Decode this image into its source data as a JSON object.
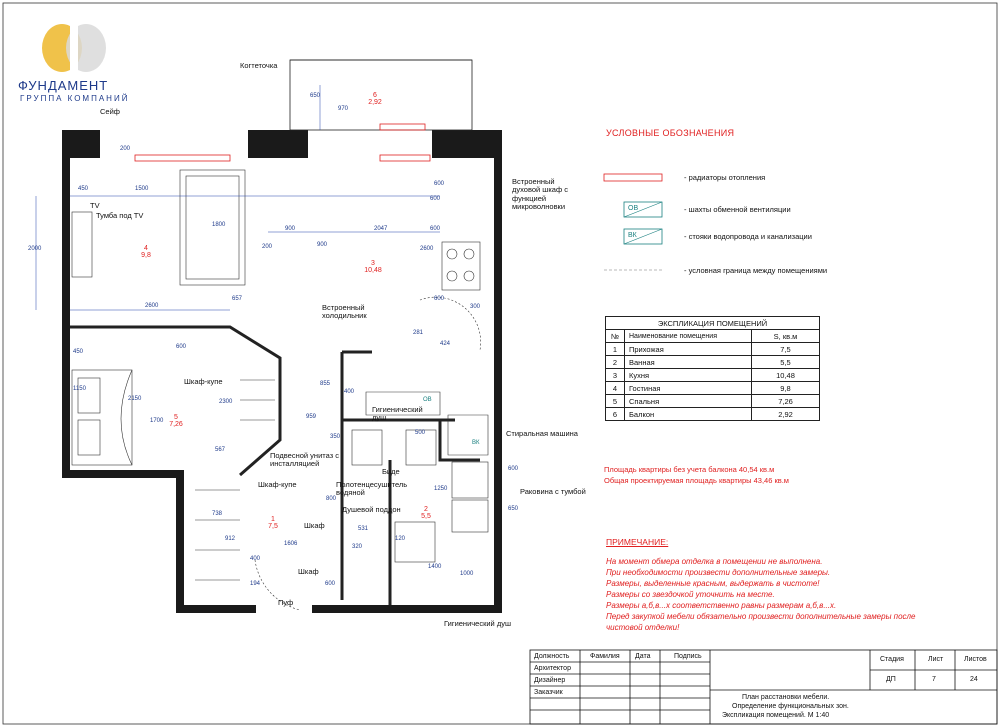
{
  "logo": {
    "name": "ФУНДАМЕНТ",
    "sub": "ГРУППА КОМПАНИЙ"
  },
  "legend": {
    "title": "УСЛОВНЫЕ ОБОЗНАЧЕНИЯ",
    "items": [
      "- радиаторы отопления",
      "- шахты обменной вентиляции",
      "- стояки водопровода и канализации",
      "- условная граница между помещениями"
    ],
    "ov": "ОВ",
    "vk": "ВК"
  },
  "explication": {
    "title": "ЭКСПЛИКАЦИЯ ПОМЕЩЕНИЙ",
    "headers": [
      "№",
      "Наименование помещения",
      "S, кв.м"
    ],
    "rows": [
      [
        "1",
        "Прихожая",
        "7,5"
      ],
      [
        "2",
        "Ванная",
        "5,5"
      ],
      [
        "3",
        "Кухня",
        "10,48"
      ],
      [
        "4",
        "Гостиная",
        "9,8"
      ],
      [
        "5",
        "Спальня",
        "7,26"
      ],
      [
        "6",
        "Балкон",
        "2,92"
      ]
    ]
  },
  "areas": [
    "Площадь квартиры без учета балкона  40,54 кв.м",
    "Общая проектируемая площадь квартиры  43,46 кв.м"
  ],
  "note": {
    "title": "ПРИМЕЧАНИЕ:",
    "lines": [
      "На момент обмера отделка в помещении не выполнена.",
      "При необходимости произвести дополнительные замеры.",
      "Размеры, выделенные красным, выдержать в чистоте!",
      "Размеры со звездочкой уточнить на месте.",
      "Размеры а,б,в...х соответственно равны размерам а,б,в...х.",
      "Перед закупкой мебели обязательно произвести дополнительные замеры после",
      "чистовой отделки!"
    ]
  },
  "stamp": {
    "headers": [
      "Должность",
      "Фамилия",
      "Дата",
      "Подпись"
    ],
    "roles": [
      "Архитектор",
      "Дизайнер",
      "Заказчик"
    ],
    "stage_labels": [
      "Стадия",
      "Лист",
      "Листов"
    ],
    "stage_values": [
      "ДП",
      "7",
      "24"
    ],
    "title_lines": [
      "План расстановки мебели.",
      "Определение функциональных зон.",
      "Экспликация помещений. М 1:40"
    ]
  },
  "plan_labels": {
    "kogtetochka": "Когтеточка",
    "seif": "Сейф",
    "tv": "TV",
    "tumba": "Тумба под TV",
    "oven": "Встроенный духовой шкаф с функцией микроволновки",
    "fridge": "Встроенный холодильник",
    "shkaf_kupe1": "Шкаф-купе",
    "unitaz": "Подвесной унитаз с инсталляцией",
    "gig_dush1": "Гигиенический душ",
    "bide": "Биде",
    "polotence": "Полотенцесушитель водяной",
    "poddon": "Душевой поддон",
    "stiralka": "Стиральная машина",
    "rakovina": "Раковина с тумбой",
    "shkaf_kupe2": "Шкаф-купе",
    "shkaf1": "Шкаф",
    "shkaf2": "Шкаф",
    "puf": "Пуф",
    "gig_dush2": "Гигиенический душ"
  },
  "rooms": [
    {
      "num": "6",
      "area": "2,92"
    },
    {
      "num": "4",
      "area": "9,8"
    },
    {
      "num": "3",
      "area": "10,48"
    },
    {
      "num": "5",
      "area": "7,26"
    },
    {
      "num": "1",
      "area": "7,5"
    },
    {
      "num": "2",
      "area": "5,5"
    }
  ],
  "dims": [
    "650",
    "970",
    "200",
    "450",
    "1500",
    "2047",
    "900",
    "900",
    "600",
    "2000",
    "1800",
    "200",
    "2600",
    "657",
    "600",
    "2600",
    "300",
    "450",
    "600",
    "1150",
    "2150",
    "1700",
    "2300",
    "855",
    "400",
    "959",
    "350",
    "567",
    "600",
    "600",
    "500",
    "281",
    "424",
    "1250",
    "600",
    "650",
    "800",
    "531",
    "120",
    "738",
    "912",
    "1606",
    "320",
    "400",
    "194",
    "600",
    "1400",
    "1000"
  ]
}
